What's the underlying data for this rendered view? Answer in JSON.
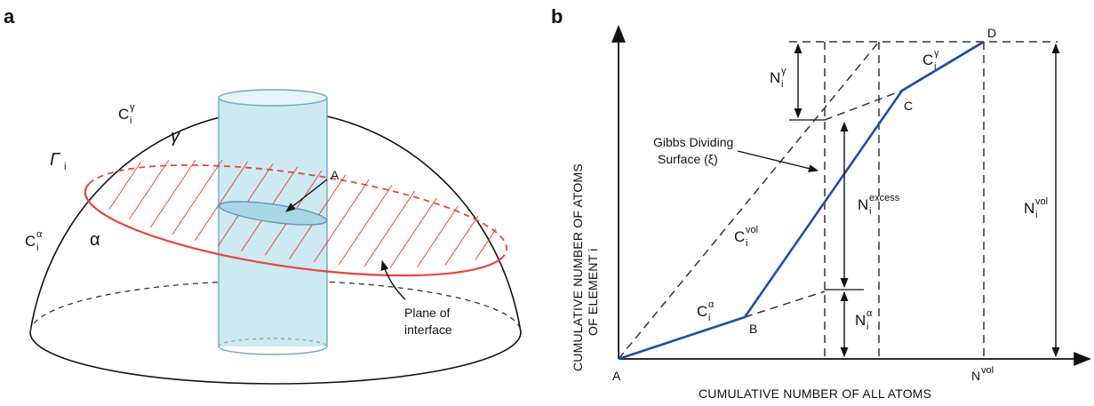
{
  "panel_a": {
    "letter": "a",
    "label_point_A": "A",
    "label_gamma_region": "γ",
    "label_alpha_region": "α",
    "label_Gamma": "Γ",
    "label_Gamma_sub": "i",
    "label_c_gamma_main": "C",
    "label_c_gamma_sub": "i",
    "label_c_gamma_sup": "γ",
    "label_c_alpha_main": "C",
    "label_c_alpha_sub": "i",
    "label_c_alpha_sup": "α",
    "plane_label_line1": "Plane of",
    "plane_label_line2": "interface",
    "colors": {
      "interface": "#e8453c",
      "cylinder": "#bfe3ee",
      "cylinder_edge": "#6fa8bd"
    }
  },
  "panel_b": {
    "letter": "b",
    "ylabel_line1": "CUMULATIVE NUMBER OF ATOMS",
    "ylabel_line2": "OF ELEMENT i",
    "xlabel": "CUMULATIVE NUMBER OF ALL ATOMS",
    "point_A": "A",
    "point_B": "B",
    "point_C": "C",
    "point_D": "D",
    "gibbs_line1": "Gibbs Dividing",
    "gibbs_line2": "Surface (ξ)",
    "N_main": "N",
    "N_sub": "i",
    "N_sup_gamma": "γ",
    "N_sup_excess": "excess",
    "N_sup_vol": "vol",
    "N_sup_alpha": "α",
    "Nvol_main": "N",
    "Nvol_sup": "vol",
    "c_main": "C",
    "c_sub": "i",
    "c_sup_vol": "vol",
    "c_sup_gamma": "γ",
    "c_sup_alpha": "α",
    "colors": {
      "profile": "#1f4fa8",
      "dashed": "#333333"
    }
  }
}
